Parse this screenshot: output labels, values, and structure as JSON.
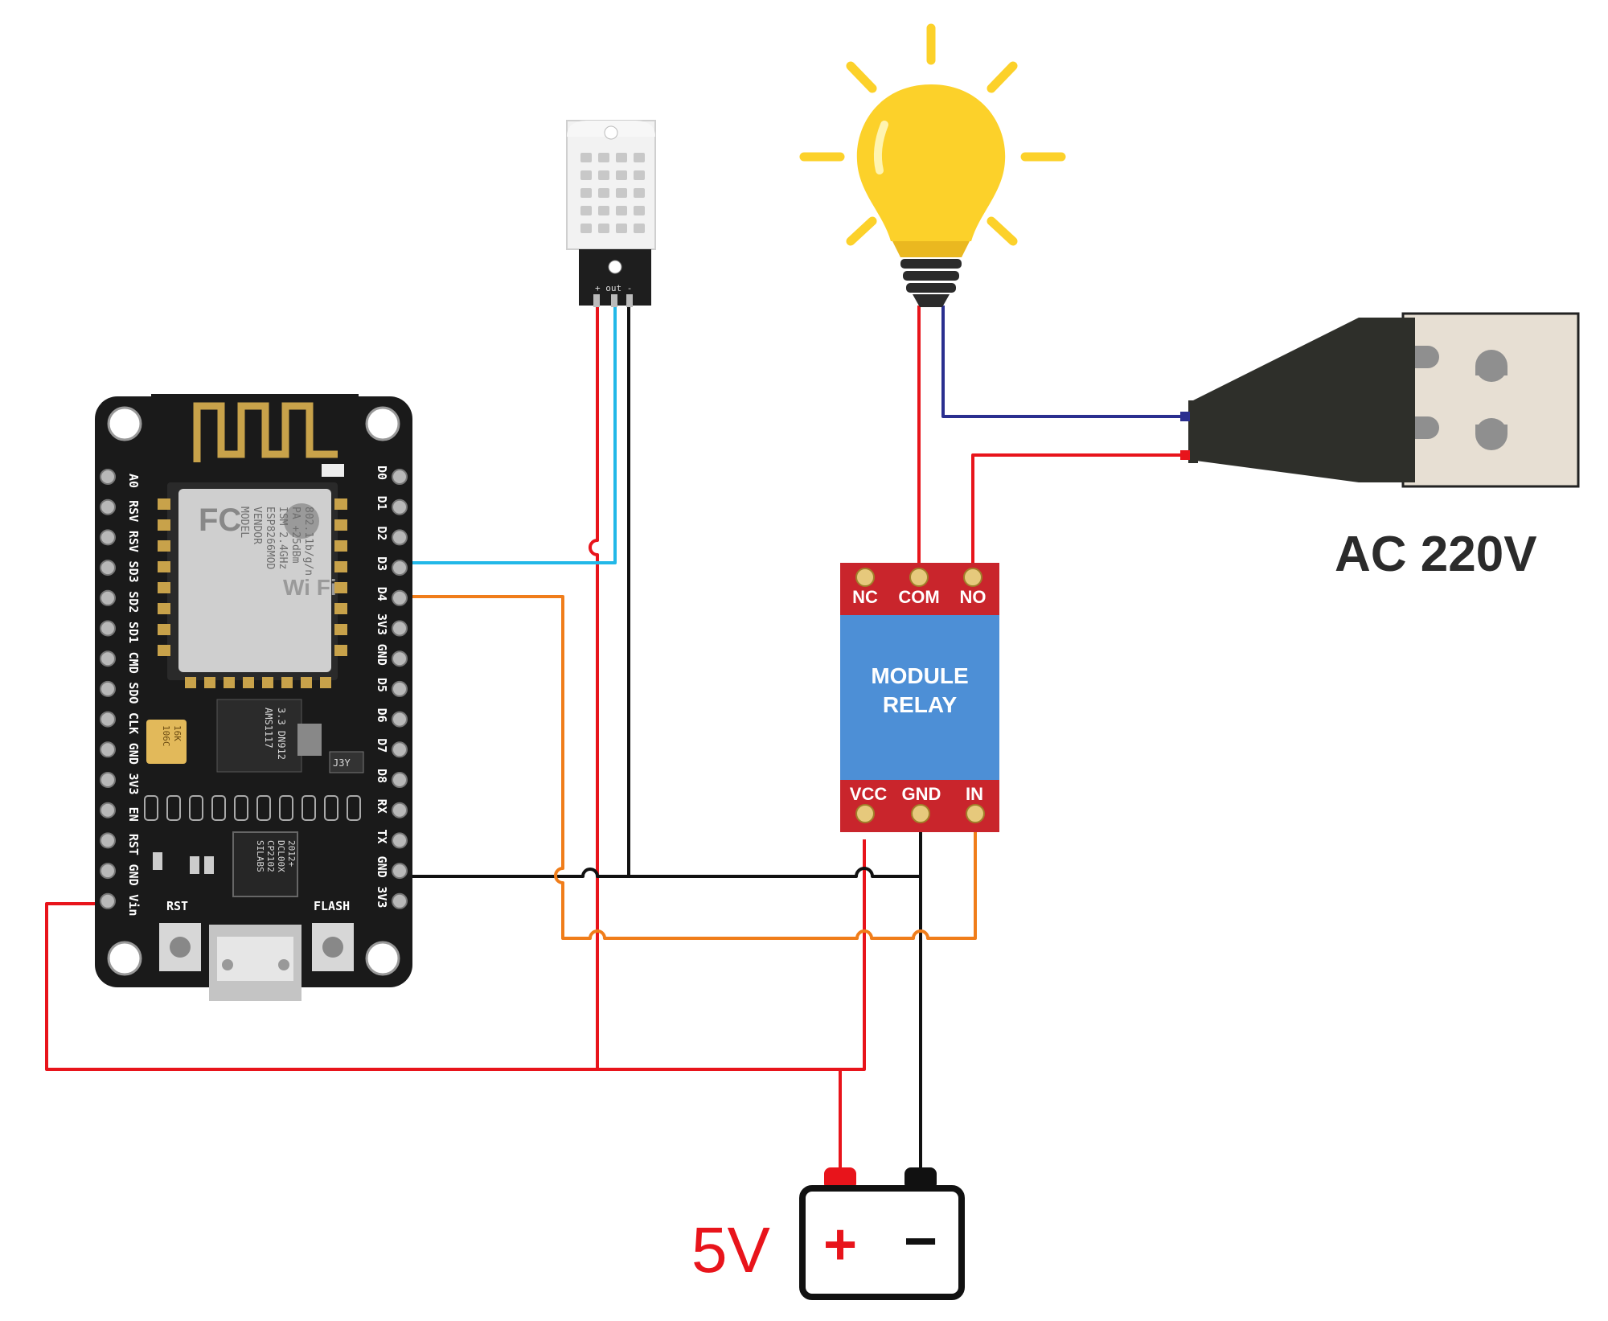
{
  "nodemcu": {
    "right_pins": [
      "D0",
      "D1",
      "D2",
      "D3",
      "D4",
      "3V3",
      "GND",
      "D5",
      "D6",
      "D7",
      "D8",
      "RX",
      "TX",
      "GND",
      "3V3"
    ],
    "left_pins": [
      "A0",
      "RSV",
      "RSV",
      "SD3",
      "SD2",
      "SD1",
      "CMD",
      "SDO",
      "CLK",
      "GND",
      "3V3",
      "EN",
      "RST",
      "GND",
      "Vin"
    ],
    "rst_label": "RST",
    "flash_label": "FLASH",
    "module_text": [
      "MODEL",
      "VENDOR",
      "ESP8266MOD",
      "ISM 2.4GHz",
      "PA +25dBm",
      "802.11b/g/n"
    ],
    "fc_label": "FC",
    "wifi_label": "Wi Fi",
    "chip_text": [
      "SILABS",
      "CP2102",
      "DCL00X",
      "2012+"
    ],
    "regulator_text": [
      "AMS1117",
      "3.3 DN912"
    ],
    "cap_text": [
      "106C",
      "16K"
    ],
    "j3y_label": "J3Y"
  },
  "sensor": {
    "pin_labels": "+ out -"
  },
  "relay": {
    "top_pins": [
      "NC",
      "COM",
      "NO"
    ],
    "title_line1": "MODULE",
    "title_line2": "RELAY",
    "bottom_pins": [
      "VCC",
      "GND",
      "IN"
    ]
  },
  "ac_label": "AC 220V",
  "battery": {
    "voltage_label": "5V",
    "plus": "+",
    "minus": "−"
  },
  "colors": {
    "wire_red": "#e8141b",
    "wire_black": "#111111",
    "wire_cyan": "#22b8e8",
    "wire_orange": "#f07d1a",
    "wire_blue": "#2a2f8f",
    "relay_red": "#c9252c",
    "relay_blue": "#4d8fd6",
    "bulb_yellow": "#fcd12a",
    "board_black": "#1a1a1a"
  }
}
